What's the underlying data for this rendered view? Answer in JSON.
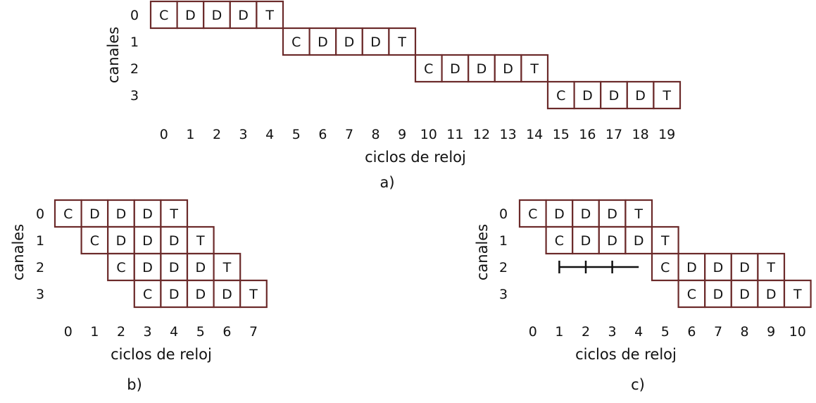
{
  "colors": {
    "cell_border": "#6b2a2a",
    "text": "#111111",
    "wait_line": "#111111"
  },
  "y_axis_label": "canales",
  "x_axis_label": "ciclos de reloj",
  "cell_sequence": [
    "C",
    "D",
    "D",
    "D",
    "T"
  ],
  "diagrams": [
    {
      "caption": "a)",
      "channels": [
        "0",
        "1",
        "2",
        "3"
      ],
      "cycles": [
        "0",
        "1",
        "2",
        "3",
        "4",
        "5",
        "6",
        "7",
        "8",
        "9",
        "10",
        "11",
        "12",
        "13",
        "14",
        "15",
        "16",
        "17",
        "18",
        "19"
      ],
      "channel_start_cycles": [
        0,
        5,
        10,
        15
      ],
      "wait_segments": []
    },
    {
      "caption": "b)",
      "channels": [
        "0",
        "1",
        "2",
        "3"
      ],
      "cycles": [
        "0",
        "1",
        "2",
        "3",
        "4",
        "5",
        "6",
        "7"
      ],
      "channel_start_cycles": [
        0,
        1,
        2,
        3
      ],
      "wait_segments": []
    },
    {
      "caption": "c)",
      "channels": [
        "0",
        "1",
        "2",
        "3"
      ],
      "cycles": [
        "0",
        "1",
        "2",
        "3",
        "4",
        "5",
        "6",
        "7",
        "8",
        "9",
        "10"
      ],
      "channel_start_cycles": [
        0,
        1,
        5,
        6
      ],
      "wait_segments": [
        {
          "channel": 2,
          "from_cycle": 1.5,
          "to_cycle": 4.5
        }
      ]
    }
  ]
}
